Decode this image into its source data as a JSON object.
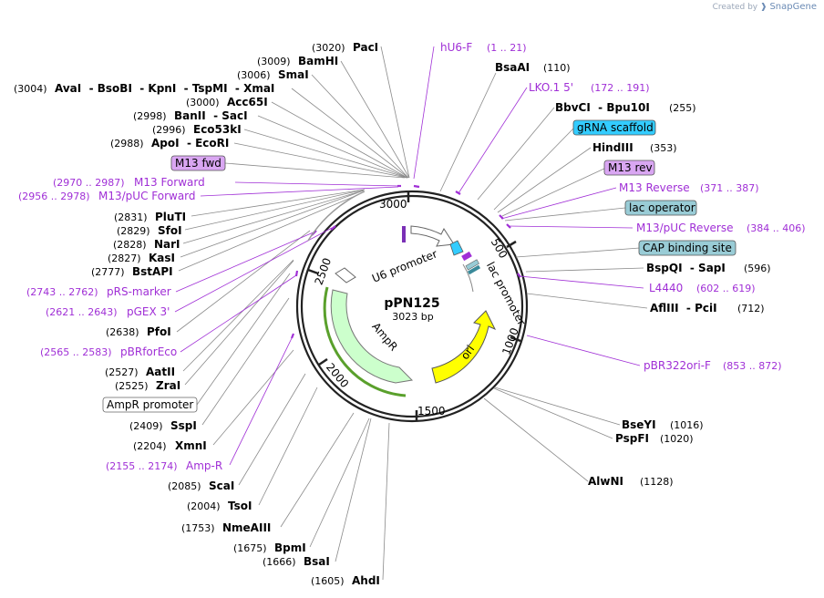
{
  "credit": {
    "prefix": "Created by",
    "brand": "SnapGene"
  },
  "plasmid": {
    "name": "pPN125",
    "length_label": "3023 bp",
    "length": 3023
  },
  "ticks": [
    "500",
    "1000",
    "1500",
    "2000",
    "2500",
    "3000"
  ],
  "sites": [
    {
      "pos": "(3020)",
      "name": "PacI"
    },
    {
      "pos": "(3009)",
      "name": "BamHI"
    },
    {
      "pos": "(3006)",
      "name": "SmaI"
    },
    {
      "pos": "(3004)",
      "name": "AvaI  - BsoBI  - KpnI  - TspMI  - XmaI"
    },
    {
      "pos": "(3000)",
      "name": "Acc65I"
    },
    {
      "pos": "(2998)",
      "name": "BanII  - SacI"
    },
    {
      "pos": "(2996)",
      "name": "Eco53kI"
    },
    {
      "pos": "(2988)",
      "name": "ApoI  - EcoRI"
    },
    {
      "pos": "(2831)",
      "name": "PluTI"
    },
    {
      "pos": "(2829)",
      "name": "SfoI"
    },
    {
      "pos": "(2828)",
      "name": "NarI"
    },
    {
      "pos": "(2827)",
      "name": "KasI"
    },
    {
      "pos": "(2777)",
      "name": "BstAPI"
    },
    {
      "pos": "(2638)",
      "name": "PfoI"
    },
    {
      "pos": "(2527)",
      "name": "AatII"
    },
    {
      "pos": "(2525)",
      "name": "ZraI"
    },
    {
      "pos": "(2409)",
      "name": "SspI"
    },
    {
      "pos": "(2204)",
      "name": "XmnI"
    },
    {
      "pos": "(2085)",
      "name": "ScaI"
    },
    {
      "pos": "(2004)",
      "name": "TsoI"
    },
    {
      "pos": "(1753)",
      "name": "NmeAIII"
    },
    {
      "pos": "(1675)",
      "name": "BpmI"
    },
    {
      "pos": "(1666)",
      "name": "BsaI"
    },
    {
      "pos": "(1605)",
      "name": "AhdI"
    },
    {
      "pos": "(110)",
      "name": "BsaAI"
    },
    {
      "pos": "(255)",
      "name": "BbvCI  - Bpu10I"
    },
    {
      "pos": "(353)",
      "name": "HindIII"
    },
    {
      "pos": "(596)",
      "name": "BspQI  - SapI"
    },
    {
      "pos": "(712)",
      "name": "AflIII  - PciI"
    },
    {
      "pos": "(1016)",
      "name": "BseYI"
    },
    {
      "pos": "(1020)",
      "name": "PspFI"
    },
    {
      "pos": "(1128)",
      "name": "AlwNI"
    }
  ],
  "primers": [
    {
      "name": "hU6-F",
      "range": "(1 .. 21)"
    },
    {
      "name": "LKO.1 5'",
      "range": "(172 .. 191)"
    },
    {
      "name": "M13 Reverse",
      "range": "(371 .. 387)"
    },
    {
      "name": "M13/pUC Reverse",
      "range": "(384 .. 406)"
    },
    {
      "name": "L4440",
      "range": "(602 .. 619)"
    },
    {
      "name": "pBR322ori-F",
      "range": "(853 .. 872)"
    },
    {
      "name": "M13 Forward",
      "range": "(2970 .. 2987)"
    },
    {
      "name": "M13/pUC Forward",
      "range": "(2956 .. 2978)"
    },
    {
      "name": "pRS-marker",
      "range": "(2743 .. 2762)"
    },
    {
      "name": "pGEX 3'",
      "range": "(2621 .. 2643)"
    },
    {
      "name": "pBRforEco",
      "range": "(2565 .. 2583)"
    },
    {
      "name": "Amp-R",
      "range": "(2155 .. 2174)"
    }
  ],
  "boxed_features": [
    {
      "name": "gRNA scaffold",
      "color": "#33ccff"
    },
    {
      "name": "M13 rev",
      "color": "#d9a6f2"
    },
    {
      "name": "lac operator",
      "color": "#99ccd6"
    },
    {
      "name": "CAP binding site",
      "color": "#99ccd6"
    },
    {
      "name": "M13 fwd",
      "color": "#d9a6f2"
    },
    {
      "name": "AmpR promoter",
      "color": "#ffffff"
    }
  ],
  "inner_features": {
    "u6": "U6 promoter",
    "lac": "lac promoter",
    "ampr": "AmpR",
    "ori": "ori"
  },
  "colors": {
    "ori": "#ffff00",
    "ampr": "#ccffcc",
    "primer": "#a02fd6",
    "gRNA": "#33ccff"
  }
}
